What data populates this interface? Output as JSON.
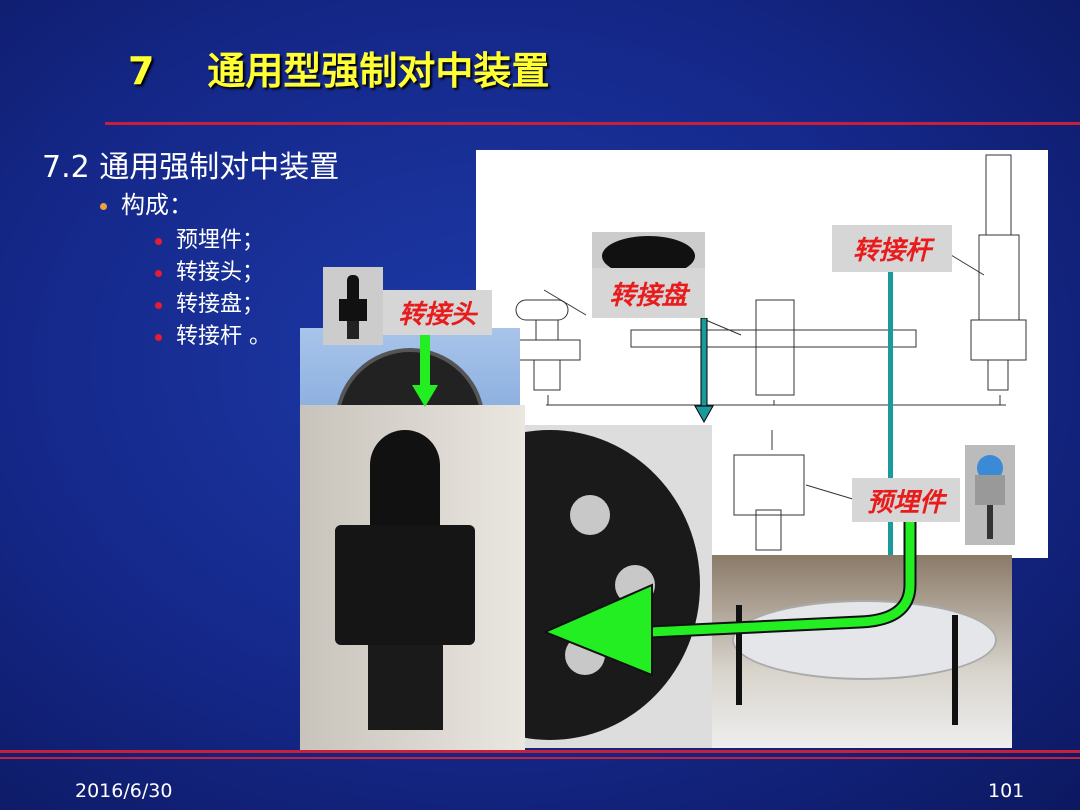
{
  "title": "7    通用型强制对中装置",
  "subtitle": "7.2 通用强制对中装置",
  "bullet": "构成：",
  "items": [
    "预埋件；",
    "转接头；",
    "转接盘；",
    "转接杆 。"
  ],
  "labels": {
    "rod": "转接杆",
    "plate": "转接盘",
    "head": "转接头",
    "embed": "预埋件"
  },
  "footer": {
    "date": "2016/6/30",
    "page": "101"
  },
  "colors": {
    "title": "#ffff33",
    "accent": "#c8203a",
    "arrow": "#22ee22",
    "teal": "#1a9a9a"
  }
}
